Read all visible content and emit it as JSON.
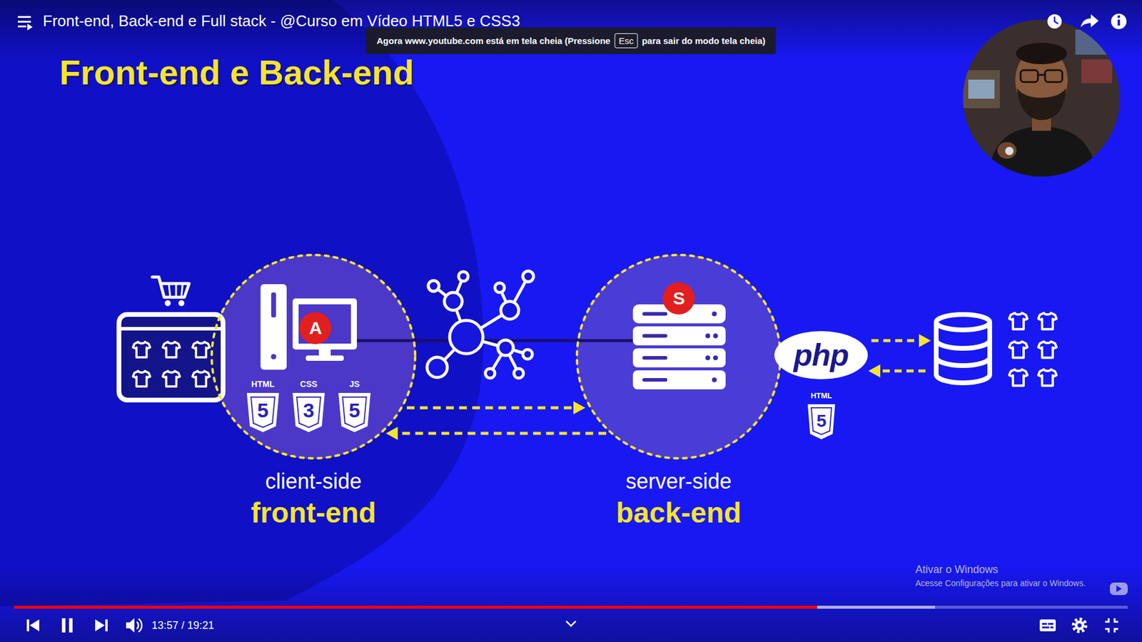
{
  "diagram": {
    "title": "Front-end e Back-end",
    "nodes": [
      {
        "text": [
          "client-side",
          "front-end"
        ]
      },
      {
        "text": [
          "A"
        ],
        "in": 0
      },
      {
        "text": [
          "server-side",
          "back-end"
        ]
      },
      {
        "text": [
          "S"
        ],
        "in": 2
      },
      {
        "text": [
          "php"
        ]
      }
    ],
    "edges": [
      {
        "from": 0,
        "to": 2,
        "arrow": "to"
      },
      {
        "from": 2,
        "to": 0,
        "arrow": "to"
      }
    ],
    "labels": [
      "Front-end, Back-end e Full stack - @Curso em Vídeo HTML5 e CSS3",
      "Agora www.youtube.com está em tela cheia (Pressione",
      "Esc",
      "para sair do modo tela cheia)",
      "HTML",
      "5",
      "CSS",
      "3",
      "JS",
      "5",
      "HTML",
      "5",
      "13:57 / 19:21",
      "Ativar o Windows",
      "Acesse Configurações para ativar o Windows."
    ]
  }
}
